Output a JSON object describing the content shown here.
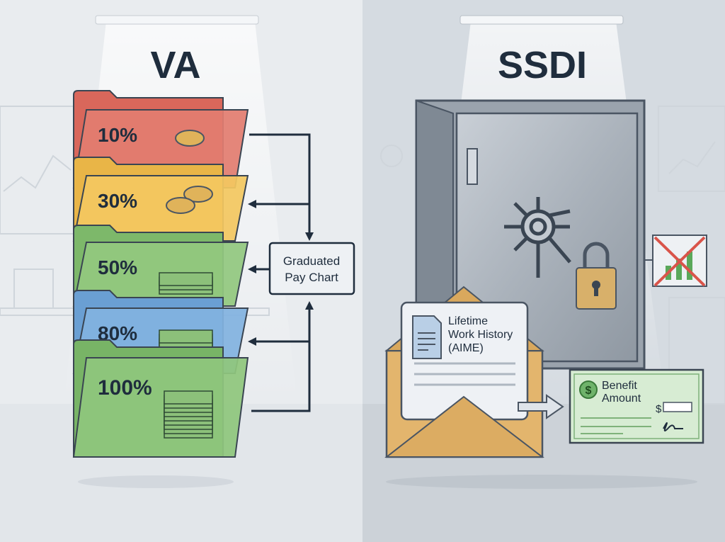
{
  "left": {
    "title": "VA",
    "folders": [
      {
        "label": "10%",
        "color": "#e27d70",
        "tab": "#d9675b"
      },
      {
        "label": "30%",
        "color": "#f3c760",
        "tab": "#e9b547"
      },
      {
        "label": "50%",
        "color": "#92c87f",
        "tab": "#7db86a"
      },
      {
        "label": "80%",
        "color": "#82b3e0",
        "tab": "#6a9fd3"
      },
      {
        "label": "100%",
        "color": "#8fc67d",
        "tab": "#78b466"
      }
    ],
    "pay_chart": {
      "line1": "Graduated",
      "line2": "Pay Chart"
    }
  },
  "right": {
    "title": "SSDI",
    "letter": {
      "line1": "Lifetime",
      "line2": "Work History",
      "line3": "(AIME)"
    },
    "check": {
      "line1": "Benefit",
      "line2": "Amount",
      "currency": "$"
    }
  },
  "colors": {
    "ink": "#1f2d3d",
    "left_bg": "#e9ecef",
    "right_bg": "#d5dbe1"
  }
}
